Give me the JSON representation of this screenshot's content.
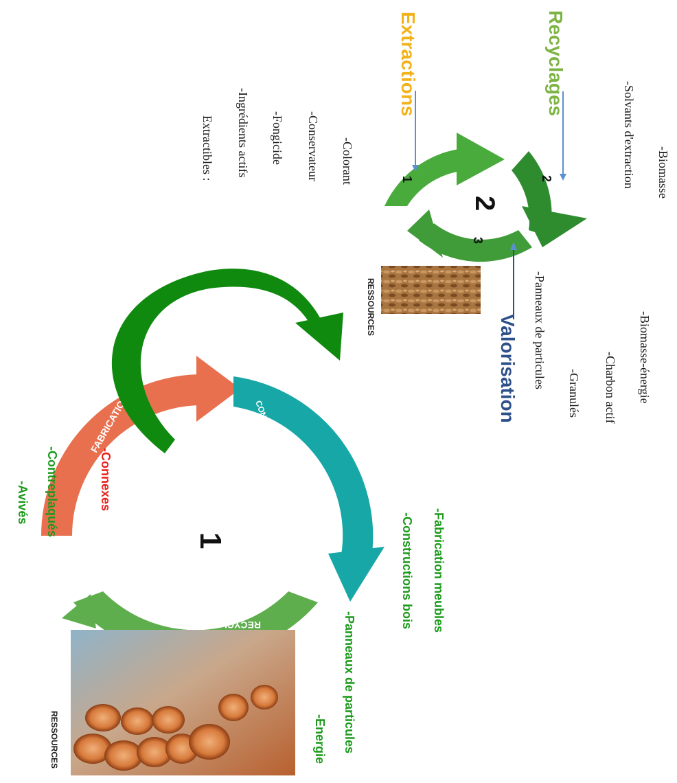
{
  "cycle1": {
    "number": "1",
    "resources_label": "RESSOURCES",
    "segments": {
      "fabrication": "FABRICATION",
      "consommation": "CONSOMMATION - UTILISATION",
      "recyclage": "RECYCLAGE"
    },
    "fabrication_outputs": [
      "-Avivés",
      "-Contreplaqués"
    ],
    "connexes": "-Connexes",
    "consommation_outputs": [
      "-Constructions bois",
      "-Fabrication meubles"
    ],
    "recyclage_outputs": [
      "-Energie",
      "-Panneaux de particules"
    ]
  },
  "cycle2": {
    "number": "2",
    "resources_label": "RESSOURCES",
    "step_numbers": [
      "1",
      "2",
      "3"
    ],
    "extractions": {
      "title": "Extractions",
      "heading": "Extractibles :",
      "items": [
        "-Ingrédients actifs",
        "-Fongicide",
        "-Conservateur",
        "-Colorant"
      ]
    },
    "recyclages": {
      "title": "Recyclages",
      "items": [
        "-Solvants d'extraction",
        "-Biomasse"
      ]
    },
    "valorisation": {
      "title": "Valorisation",
      "items": [
        "-Panneaux de particules",
        "-Granulés",
        "-Charbon actif",
        "-Biomasse-énergie"
      ]
    }
  },
  "colors": {
    "fabrication": "#e8704f",
    "consommation": "#18a7a7",
    "recyclage": "#5fae4e",
    "green_text": "#1b9a1b",
    "red_text": "#e8201c",
    "extractions": "#f2b31a",
    "recyclages": "#7cb342",
    "valorisation": "#2d4f8a",
    "arrow": "#0f8a0f"
  }
}
